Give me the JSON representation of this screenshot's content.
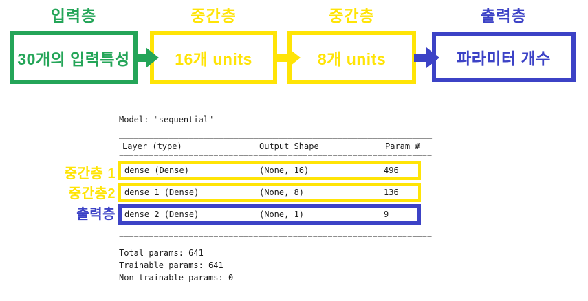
{
  "colors": {
    "green": "#24a558",
    "yellow": "#ffe406",
    "blue": "#3c42c6",
    "text": "#1c1c1c"
  },
  "diagram": {
    "layers": [
      {
        "title": "입력층",
        "text": "30개의 입력특성",
        "color": "#24a558"
      },
      {
        "title": "중간층",
        "text": "16개 units",
        "color": "#ffe406"
      },
      {
        "title": "중간층",
        "text": "8개 units",
        "color": "#ffe406"
      },
      {
        "title": "출력층",
        "text": "파라미터 개수",
        "color": "#3c42c6"
      }
    ],
    "arrows": [
      "green-arrow",
      "yellow-arrow",
      "blue-arrow"
    ]
  },
  "summary": {
    "model_line": "Model: \"sequential\"",
    "sep_underscore": "_______________________________________________________________",
    "sep_equals": "===============================================================",
    "header": {
      "layer": "Layer (type)",
      "output_shape": "Output Shape",
      "param": "Param #"
    },
    "rows": [
      {
        "layer": "dense (Dense)",
        "output_shape": "(None, 16)",
        "param": "496",
        "side_label": "중간층 1",
        "highlight": "yellow"
      },
      {
        "layer": "dense_1 (Dense)",
        "output_shape": "(None, 8)",
        "param": "136",
        "side_label": "중간층2",
        "highlight": "yellow"
      },
      {
        "layer": "dense_2 (Dense)",
        "output_shape": "(None, 1)",
        "param": "9",
        "side_label": "출력층",
        "highlight": "blue"
      }
    ],
    "totals": {
      "total": "Total params: 641",
      "trainable": "Trainable params: 641",
      "non_trainable": "Non-trainable params: 0"
    }
  }
}
